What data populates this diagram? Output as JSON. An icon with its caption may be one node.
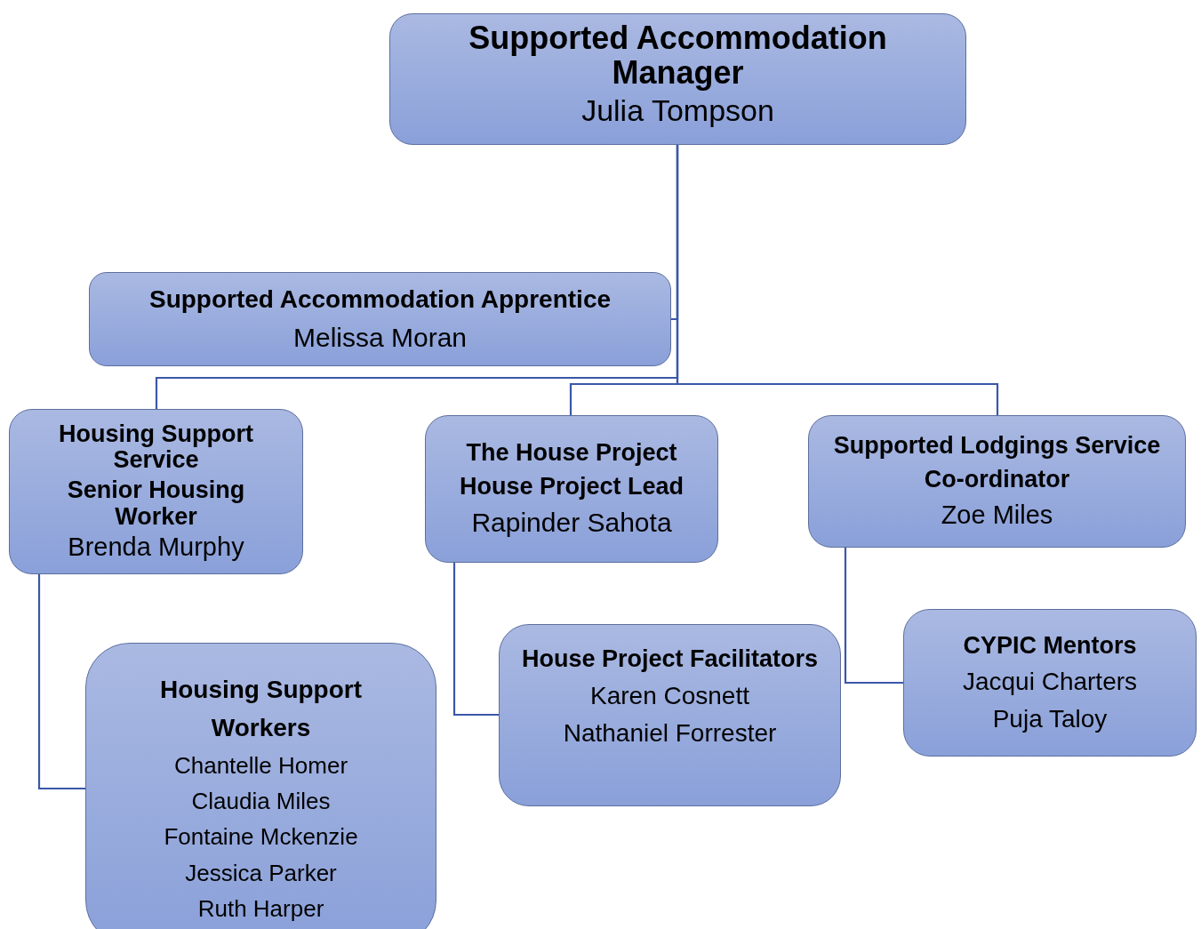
{
  "diagram": {
    "nodes": [
      {
        "text": [
          "Supported Accommodation Manager",
          "Julia Tompson"
        ]
      },
      {
        "text": [
          "Supported Accommodation Apprentice",
          "Melissa Moran"
        ]
      },
      {
        "text": [
          "Housing Support Service",
          "Senior Housing Worker",
          "Brenda Murphy"
        ]
      },
      {
        "text": [
          "The House Project",
          "House Project Lead",
          "Rapinder Sahota"
        ]
      },
      {
        "text": [
          "Supported Lodgings Service",
          "Co-ordinator",
          "Zoe Miles"
        ]
      },
      {
        "text": [
          "Housing Support Workers",
          "Chantelle Homer",
          "Claudia Miles",
          "Fontaine Mckenzie",
          "Jessica Parker",
          "Ruth Harper"
        ]
      },
      {
        "text": [
          "House Project Facilitators",
          "Karen Cosnett",
          "Nathaniel Forrester"
        ]
      },
      {
        "text": [
          "CYPIC Mentors",
          "Jacqui Charters",
          "Puja Taloy"
        ]
      }
    ],
    "edges": [
      {
        "from": 0,
        "to": 1,
        "arrow": "none"
      },
      {
        "from": 0,
        "to": 2,
        "arrow": "none"
      },
      {
        "from": 0,
        "to": 3,
        "arrow": "none"
      },
      {
        "from": 0,
        "to": 4,
        "arrow": "none"
      },
      {
        "from": 2,
        "to": 5,
        "arrow": "none"
      },
      {
        "from": 3,
        "to": 6,
        "arrow": "none"
      },
      {
        "from": 4,
        "to": 7,
        "arrow": "none"
      }
    ]
  }
}
